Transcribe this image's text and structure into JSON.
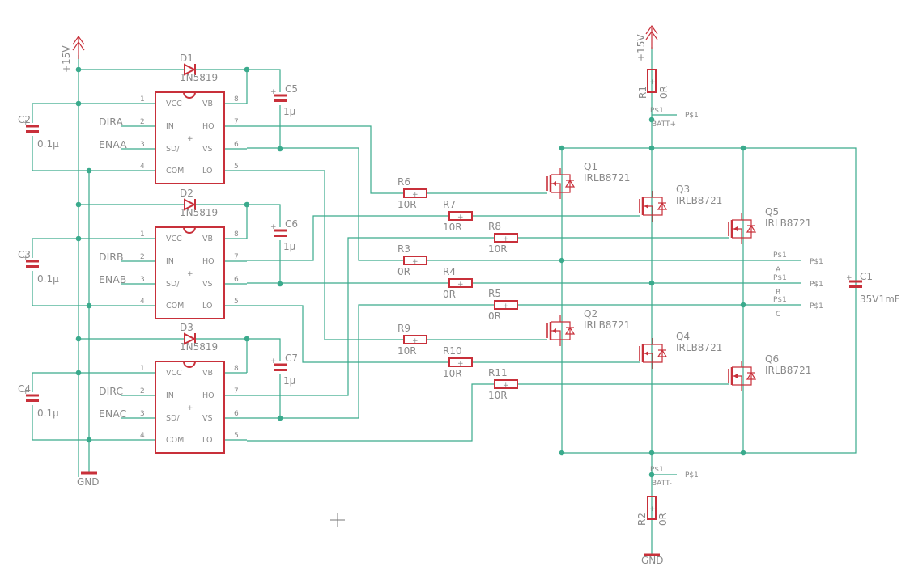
{
  "drivers": [
    {
      "diode": "D1",
      "diode_part": "1N5819",
      "cap_boot": "C5",
      "cap_boot_val": "1µ",
      "cap_vcc": "C2",
      "cap_vcc_val": "0.1µ",
      "in_label": "DIRA",
      "sd_label": "ENAA"
    },
    {
      "diode": "D2",
      "diode_part": "1N5819",
      "cap_boot": "C6",
      "cap_boot_val": "1µ",
      "cap_vcc": "C3",
      "cap_vcc_val": "0.1µ",
      "in_label": "DIRB",
      "sd_label": "ENAB"
    },
    {
      "diode": "D3",
      "diode_part": "1N5819",
      "cap_boot": "C7",
      "cap_boot_val": "1µ",
      "cap_vcc": "C4",
      "cap_vcc_val": "0.1µ",
      "in_label": "DIRC",
      "sd_label": "ENAC"
    }
  ],
  "ic_pins": {
    "left": [
      {
        "num": "1",
        "name": "VCC"
      },
      {
        "num": "2",
        "name": "IN"
      },
      {
        "num": "3",
        "name": "SD/"
      },
      {
        "num": "4",
        "name": "COM"
      }
    ],
    "right": [
      {
        "num": "8",
        "name": "VB"
      },
      {
        "num": "7",
        "name": "HO"
      },
      {
        "num": "6",
        "name": "VS"
      },
      {
        "num": "5",
        "name": "LO"
      }
    ]
  },
  "resistors": [
    {
      "name": "R6",
      "value": "10R"
    },
    {
      "name": "R7",
      "value": "10R"
    },
    {
      "name": "R8",
      "value": "10R"
    },
    {
      "name": "R3",
      "value": "0R"
    },
    {
      "name": "R4",
      "value": "0R"
    },
    {
      "name": "R5",
      "value": "0R"
    },
    {
      "name": "R9",
      "value": "10R"
    },
    {
      "name": "R10",
      "value": "10R"
    },
    {
      "name": "R11",
      "value": "10R"
    }
  ],
  "mosfets": [
    {
      "name": "Q1",
      "part": "IRLB8721"
    },
    {
      "name": "Q3",
      "part": "IRLB8721"
    },
    {
      "name": "Q5",
      "part": "IRLB8721"
    },
    {
      "name": "Q2",
      "part": "IRLB8721"
    },
    {
      "name": "Q4",
      "part": "IRLB8721"
    },
    {
      "name": "Q6",
      "part": "IRLB8721"
    }
  ],
  "power": {
    "supply_left": "+15V",
    "supply_right": "+15V",
    "gnd_left": "GND",
    "gnd_bottom": "GND",
    "r1": "R1",
    "r1_val": "0R",
    "r2": "R2",
    "r2_val": "0R",
    "c1": "C1",
    "c1_val": "35V1mF"
  },
  "ports": {
    "batt_plus": {
      "pin": "P$1",
      "net": "BATT+",
      "ref": "P$1"
    },
    "batt_minus": {
      "pin": "P$1",
      "net": "BATT-",
      "ref": "P$1"
    },
    "phases": [
      {
        "pin": "P$1",
        "net": "A",
        "ref": "P$1"
      },
      {
        "pin": "P$1",
        "net": "B",
        "ref": "P$1"
      },
      {
        "pin": "P$1",
        "net": "C",
        "ref": "P$1"
      }
    ]
  },
  "colors": {
    "part": "#c8303a",
    "net": "#3aaa8c",
    "label": "#8a8a8a"
  }
}
